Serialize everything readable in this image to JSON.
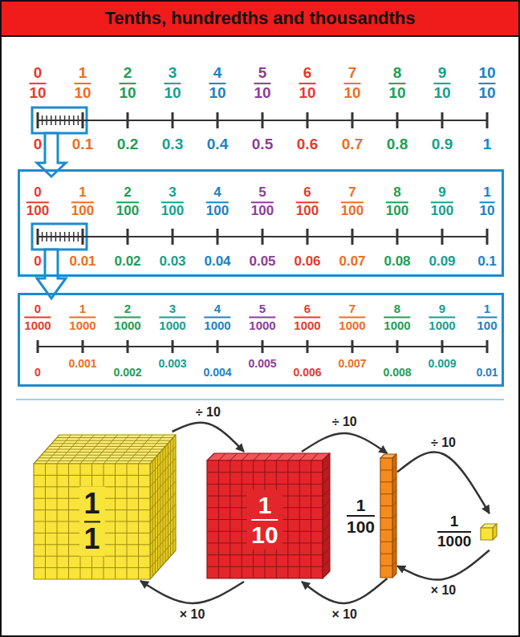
{
  "diagram": {
    "title": "Tenths, hundredths and thousandths",
    "nodes": [
      {
        "text": [
          "0",
          "100",
          "1",
          "100",
          "2",
          "100",
          "3",
          "100",
          "4",
          "100",
          "5",
          "100",
          "6",
          "100",
          "7",
          "100",
          "8",
          "100",
          "9",
          "100",
          "1",
          "10",
          "0",
          "0.01",
          "0.02",
          "0.03",
          "0.04",
          "0.05",
          "0.06",
          "0.07",
          "0.08",
          "0.09",
          "0.1"
        ]
      },
      {
        "text": [
          "0",
          "1000",
          "1",
          "1000",
          "2",
          "1000",
          "3",
          "1000",
          "4",
          "1000",
          "5",
          "1000",
          "6",
          "1000",
          "7",
          "1000",
          "8",
          "1000",
          "9",
          "1000",
          "1",
          "100",
          "0",
          "0.001",
          "0.002",
          "0.003",
          "0.004",
          "0.005",
          "0.006",
          "0.007",
          "0.008",
          "0.009",
          "0.01"
        ]
      },
      {
        "text": [
          "1",
          "1"
        ]
      },
      {
        "text": [
          "1",
          "10"
        ]
      },
      {
        "text": [
          "1",
          "100"
        ]
      },
      {
        "text": [
          "1",
          "1000"
        ]
      }
    ],
    "edges": [
      {
        "from": 2,
        "to": 3,
        "arrow": "to",
        "label": "÷ 10"
      },
      {
        "from": 3,
        "to": 4,
        "arrow": "to",
        "label": "÷ 10"
      },
      {
        "from": 4,
        "to": 5,
        "arrow": "to",
        "label": "÷ 10"
      },
      {
        "from": 5,
        "to": 4,
        "arrow": "to",
        "label": "× 10"
      },
      {
        "from": 4,
        "to": 3,
        "arrow": "to",
        "label": "× 10"
      },
      {
        "from": 3,
        "to": 2,
        "arrow": "to",
        "label": "× 10"
      }
    ],
    "labels": [
      "0",
      "10",
      "1",
      "10",
      "2",
      "10",
      "3",
      "10",
      "4",
      "10",
      "5",
      "10",
      "6",
      "10",
      "7",
      "10",
      "8",
      "10",
      "9",
      "10",
      "10",
      "10",
      "0",
      "0.1",
      "0.2",
      "0.3",
      "0.4",
      "0.5",
      "0.6",
      "0.7",
      "0.8",
      "0.9",
      "1"
    ]
  }
}
